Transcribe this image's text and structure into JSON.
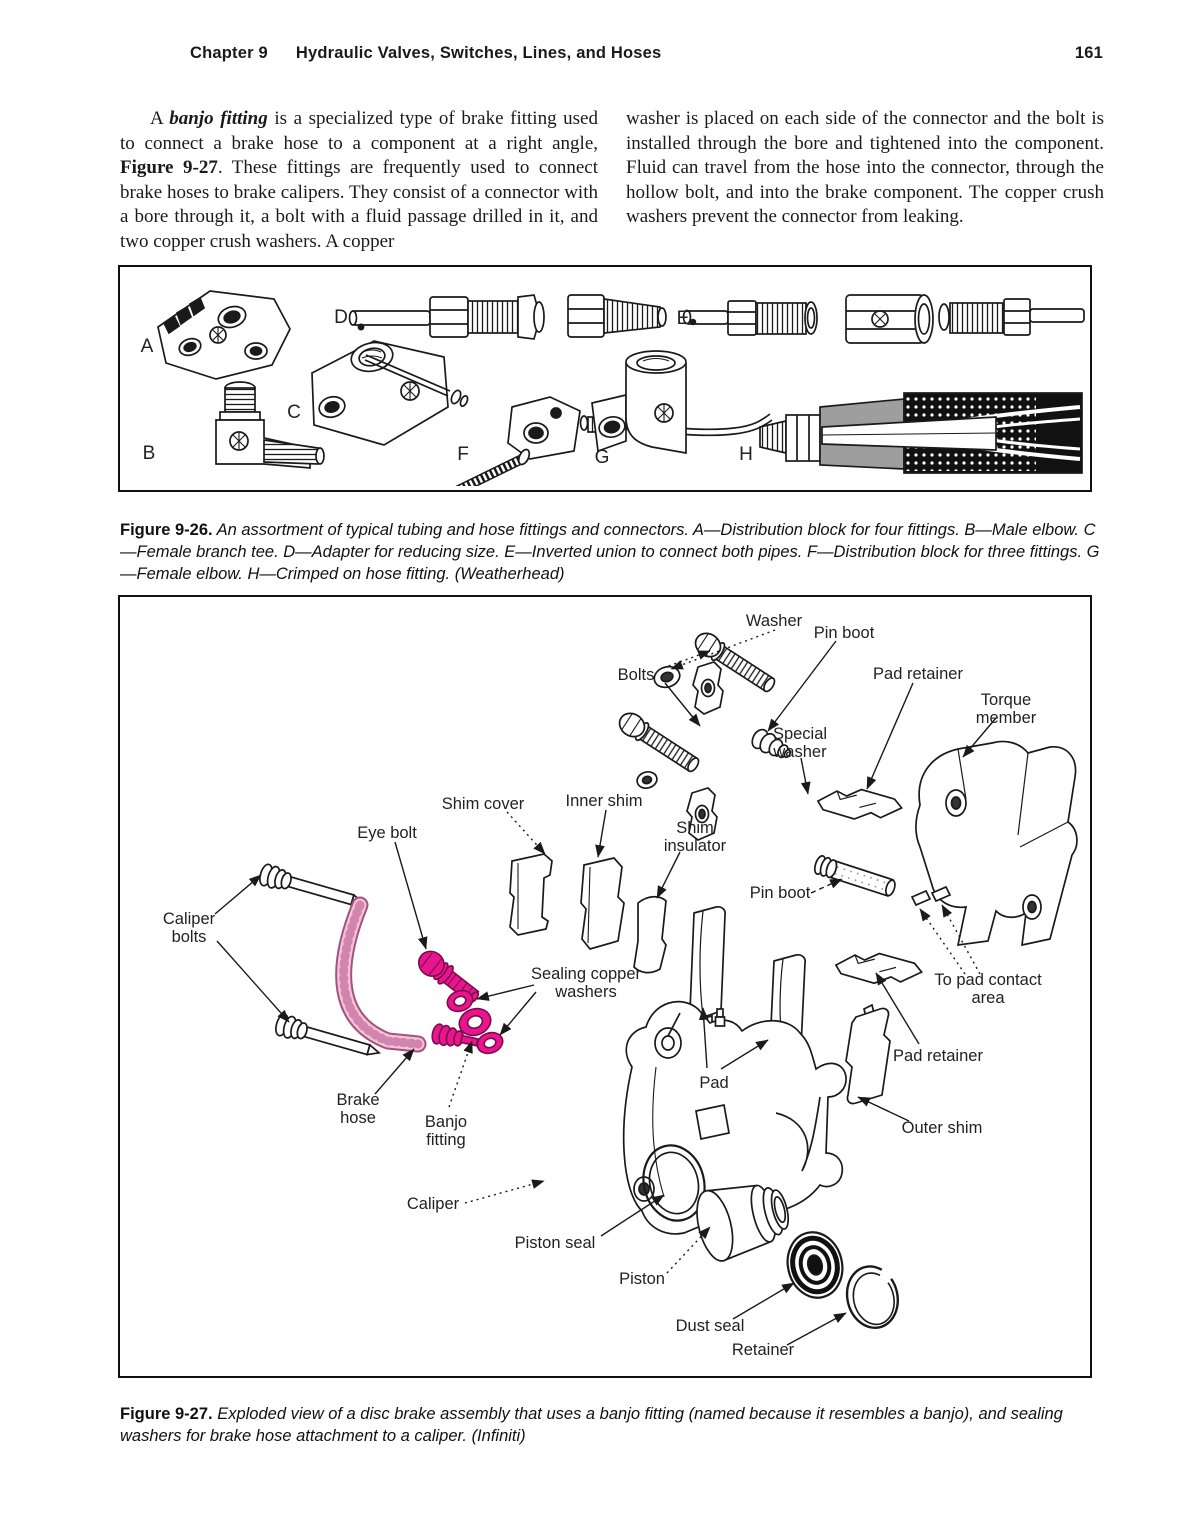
{
  "header": {
    "chapter": "Chapter 9",
    "title": "Hydraulic Valves, Switches, Lines, and Hoses",
    "page_number": "161"
  },
  "article": {
    "p1_lead": "A ",
    "p1_term": "banjo fitting",
    "p1_mid": " is a specialized type of brake fitting used to connect a brake hose to a component at a right angle, ",
    "p1_figref": "Figure 9-27",
    "p1_rest": ". These fittings are frequently used to connect brake hoses to brake calipers. They consist of a connector with a bore through it, a bolt with a fluid passage drilled in it, and two copper crush washers. A copper",
    "p2": "washer is placed on each side of the connector and the bolt is installed through the bore and tightened into the component. Fluid can travel from the hose into the connector, through the hollow bolt, and into the brake component. The copper crush washers prevent the connector from leaking."
  },
  "figure26": {
    "letters": [
      "A",
      "B",
      "C",
      "D",
      "E",
      "F",
      "G",
      "H"
    ],
    "caption_label": "Figure 9-26.",
    "caption": " An assortment of typical tubing and hose fittings and connectors. A—Distribution block for four fittings. B—Male elbow. C—Female branch tee. D—Adapter for reducing size. E—Inverted union to connect both pipes. F—Distribution block for three fittings. G—Female elbow. H—Crimped on hose fitting. (Weatherhead)"
  },
  "figure27": {
    "labels": [
      "Washer",
      "Pin boot",
      "Bolts",
      "Pad retainer",
      "Torque member",
      "Special washer",
      "Shim cover",
      "Inner shim",
      "Eye bolt",
      "Shim insulator",
      "Pin boot",
      "Caliper bolts",
      "Sealing copper washers",
      "To pad contact area",
      "Pad retainer",
      "Pad",
      "Brake hose",
      "Banjo fitting",
      "Outer shim",
      "Caliper",
      "Piston seal",
      "Piston",
      "Dust seal",
      "Retainer"
    ],
    "caption_label": "Figure 9-27.",
    "caption": " Exploded view of a disc brake assembly that uses a banjo fitting (named because it resembles a banjo), and sealing washers for brake hose attachment to a caliper. (Infiniti)"
  },
  "colors": {
    "banjo_magenta": "#e8168c",
    "hose_pink": "#f6c2d8",
    "ink": "#1a1a1a"
  }
}
